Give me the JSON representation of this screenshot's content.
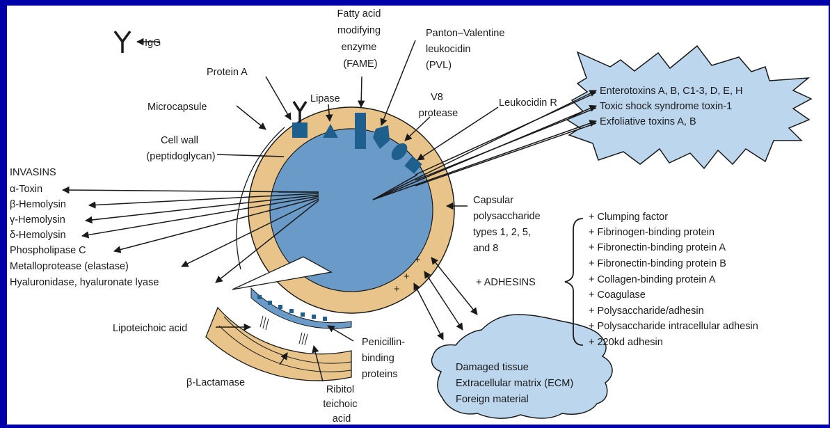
{
  "colors": {
    "background": "#0000a8",
    "cell_wall": "#e8c48a",
    "cytoplasm": "#6a9ac8",
    "protein_blue": "#1f5f8e",
    "star_fill": "#bcd6ee",
    "outline": "#1a1a1a"
  },
  "labels": {
    "igg": "IgG",
    "fame": [
      "Fatty acid",
      "modifying",
      "enzyme",
      "(FAME)"
    ],
    "pvl": [
      "Panton–Valentine",
      "leukocidin",
      "(PVL)"
    ],
    "protein_a": "Protein A",
    "lipase": "Lipase",
    "v8": [
      "V8",
      "protease"
    ],
    "leukocidin_r": "Leukocidin R",
    "microcapsule": "Microcapsule",
    "cell_wall": [
      "Cell wall",
      "(peptidoglycan)"
    ],
    "capsular": [
      "Capsular",
      "polysaccharide",
      "types 1, 2, 5,",
      "and 8"
    ],
    "lipoteichoic": "Lipoteichoic acid",
    "lactamase": "β-Lactamase",
    "pbp": [
      "Penicillin-",
      "binding",
      "proteins"
    ],
    "ribitol": [
      "Ribitol",
      "teichoic",
      "acid"
    ],
    "adhesins_title": "+ ADHESINS"
  },
  "invasins": {
    "title": "INVASINS",
    "items": [
      "α-Toxin",
      "β-Hemolysin",
      "γ-Hemolysin",
      "δ-Hemolysin",
      "Phospholipase C",
      "Metalloprotease (elastase)",
      "Hyaluronidase, hyaluronate lyase"
    ]
  },
  "toxins": [
    "Enterotoxins A, B, C1-3, D, E, H",
    "Toxic shock syndrome toxin-1",
    "Exfoliative toxins A, B"
  ],
  "adhesins": [
    "+ Clumping factor",
    "+ Fibrinogen-binding protein",
    "+ Fibronectin-binding protein A",
    "+ Fibronectin-binding protein B",
    "+ Collagen-binding protein A",
    "+ Coagulase",
    "+ Polysaccharide/adhesin",
    "+ Polysaccharide intracellular adhesin",
    "+ 220kd adhesin"
  ],
  "tissue": [
    "Damaged tissue",
    "Extracellular matrix (ECM)",
    "Foreign material"
  ]
}
